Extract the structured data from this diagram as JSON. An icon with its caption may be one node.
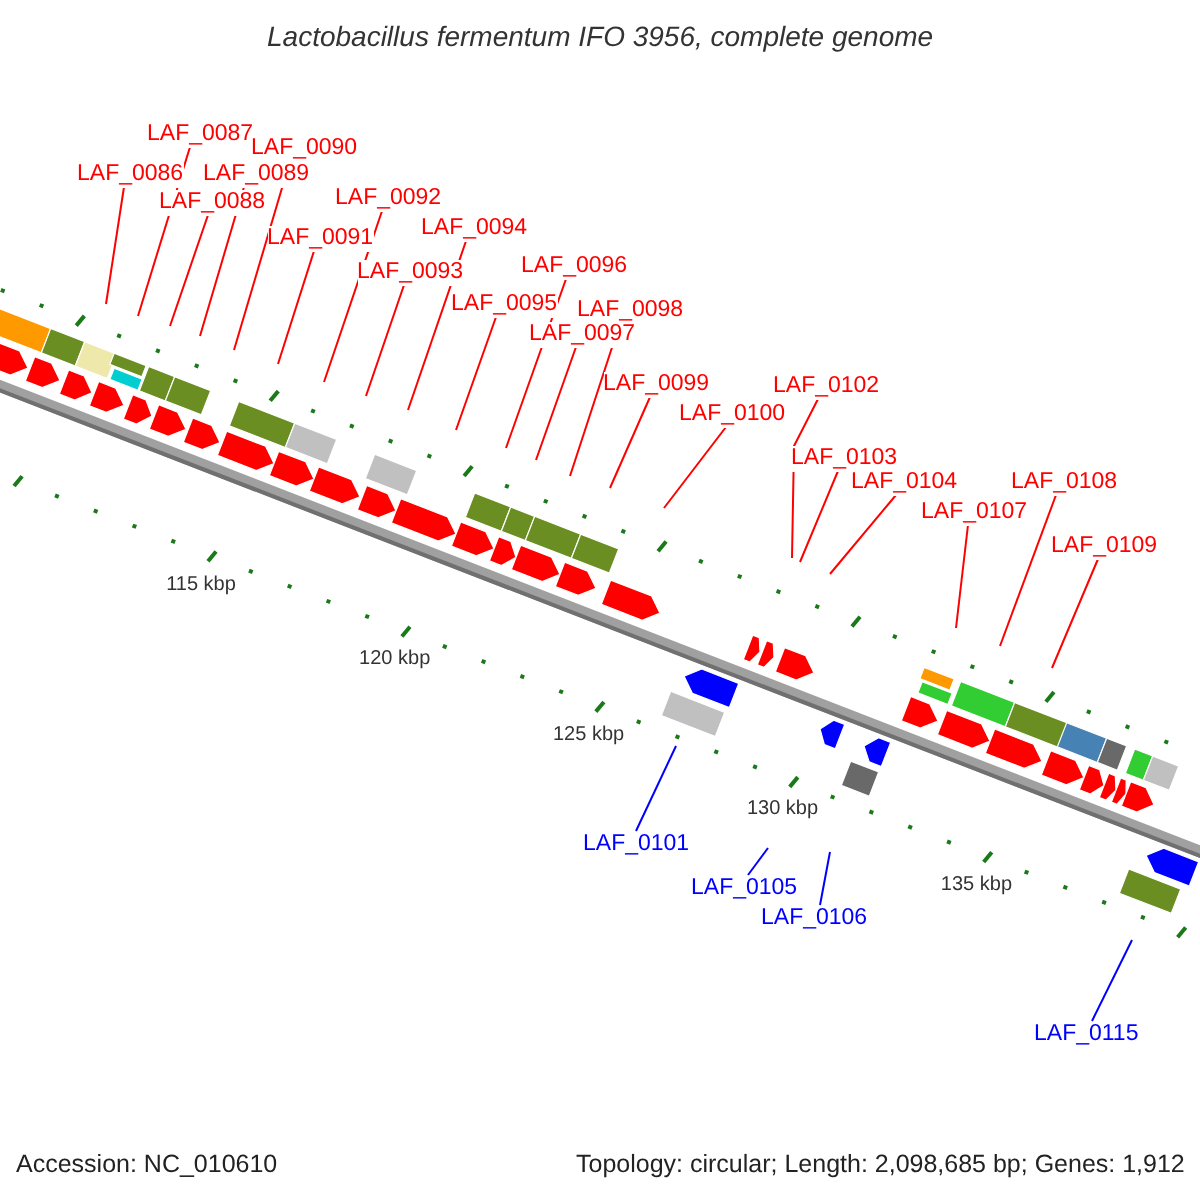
{
  "diagram": {
    "title": "Lactobacillus fermentum IFO 3956, complete genome",
    "nodes": [
      {
        "text": [
          "LAF_0086"
        ]
      },
      {
        "text": [
          "LAF_0087"
        ]
      },
      {
        "text": [
          "LAF_0088"
        ]
      },
      {
        "text": [
          "LAF_0089"
        ]
      },
      {
        "text": [
          "LAF_0090"
        ]
      },
      {
        "text": [
          "LAF_0091"
        ]
      },
      {
        "text": [
          "LAF_0092"
        ]
      },
      {
        "text": [
          "LAF_0093"
        ]
      },
      {
        "text": [
          "LAF_0094"
        ]
      },
      {
        "text": [
          "LAF_0095"
        ]
      },
      {
        "text": [
          "LAF_0096"
        ]
      },
      {
        "text": [
          "LAF_0097"
        ]
      },
      {
        "text": [
          "LAF_0098"
        ]
      },
      {
        "text": [
          "LAF_0099"
        ]
      },
      {
        "text": [
          "LAF_0100"
        ]
      },
      {
        "text": [
          "LAF_0101"
        ]
      },
      {
        "text": [
          "LAF_0102"
        ]
      },
      {
        "text": [
          "LAF_0103"
        ]
      },
      {
        "text": [
          "LAF_0104"
        ]
      },
      {
        "text": [
          "LAF_0105"
        ]
      },
      {
        "text": [
          "LAF_0106"
        ]
      },
      {
        "text": [
          "LAF_0107"
        ]
      },
      {
        "text": [
          "LAF_0108"
        ]
      },
      {
        "text": [
          "LAF_0109"
        ]
      },
      {
        "text": [
          "LAF_0115"
        ]
      }
    ],
    "edges": [
      {
        "from": 0,
        "to": null,
        "arrow": "none"
      },
      {
        "from": 1,
        "to": null,
        "arrow": "none"
      },
      {
        "from": 2,
        "to": null,
        "arrow": "none"
      },
      {
        "from": 3,
        "to": null,
        "arrow": "none"
      },
      {
        "from": 4,
        "to": null,
        "arrow": "none"
      },
      {
        "from": 5,
        "to": null,
        "arrow": "none"
      },
      {
        "from": 6,
        "to": null,
        "arrow": "none"
      },
      {
        "from": 7,
        "to": null,
        "arrow": "none"
      },
      {
        "from": 8,
        "to": null,
        "arrow": "none"
      },
      {
        "from": 9,
        "to": null,
        "arrow": "none"
      },
      {
        "from": 10,
        "to": null,
        "arrow": "none"
      },
      {
        "from": 11,
        "to": null,
        "arrow": "none"
      },
      {
        "from": 12,
        "to": null,
        "arrow": "none"
      },
      {
        "from": 13,
        "to": null,
        "arrow": "none"
      },
      {
        "from": 14,
        "to": null,
        "arrow": "none"
      },
      {
        "from": 15,
        "to": null,
        "arrow": "none",
        "color": "#0000ff"
      },
      {
        "from": 16,
        "to": null,
        "arrow": "none"
      },
      {
        "from": 17,
        "to": null,
        "arrow": "none"
      },
      {
        "from": 18,
        "to": null,
        "arrow": "none"
      },
      {
        "from": 19,
        "to": null,
        "arrow": "none",
        "color": "#0000ff"
      },
      {
        "from": 20,
        "to": null,
        "arrow": "none",
        "color": "#0000ff"
      },
      {
        "from": 21,
        "to": null,
        "arrow": "none"
      },
      {
        "from": 22,
        "to": null,
        "arrow": "none"
      },
      {
        "from": 23,
        "to": null,
        "arrow": "none"
      },
      {
        "from": 24,
        "to": null,
        "arrow": "none",
        "color": "#0000ff"
      }
    ],
    "labels": [
      "115 kbp",
      "120 kbp",
      "125 kbp",
      "130 kbp",
      "135 kbp",
      "Accession: NC_010610",
      "Topology: circular; Length: 2,098,685 bp; Genes: 1,912"
    ]
  }
}
